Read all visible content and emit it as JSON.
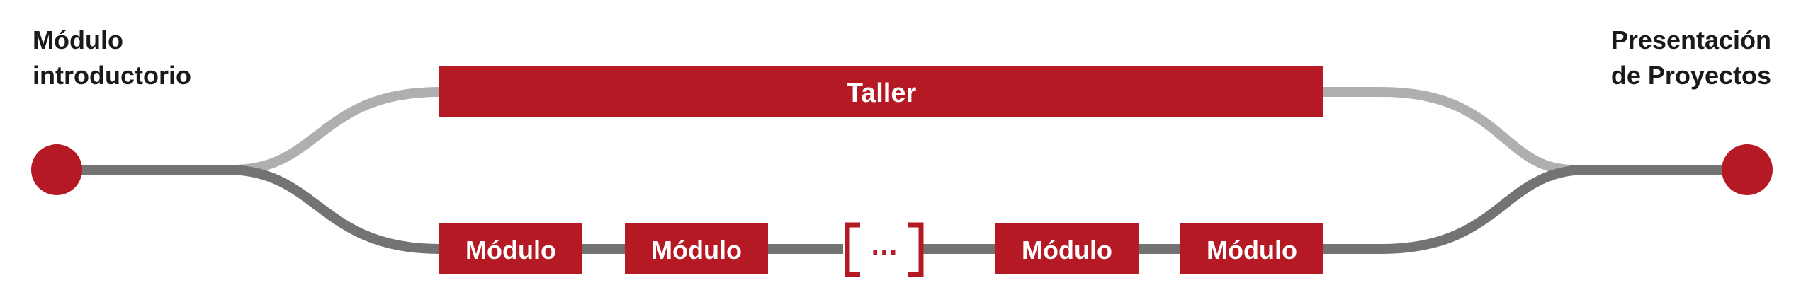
{
  "start_label": [
    "Módulo",
    "introductorio"
  ],
  "end_label": [
    "Presentación",
    "de Proyectos"
  ],
  "upper_track": {
    "label": "Taller"
  },
  "lower_track": {
    "items": [
      "Módulo",
      "Módulo",
      "…",
      "Módulo",
      "Módulo"
    ]
  },
  "colors": {
    "accent": "#b51924",
    "track_dark": "#737373",
    "track_light": "#b0aeae",
    "text_dark": "#1a1a1a"
  }
}
